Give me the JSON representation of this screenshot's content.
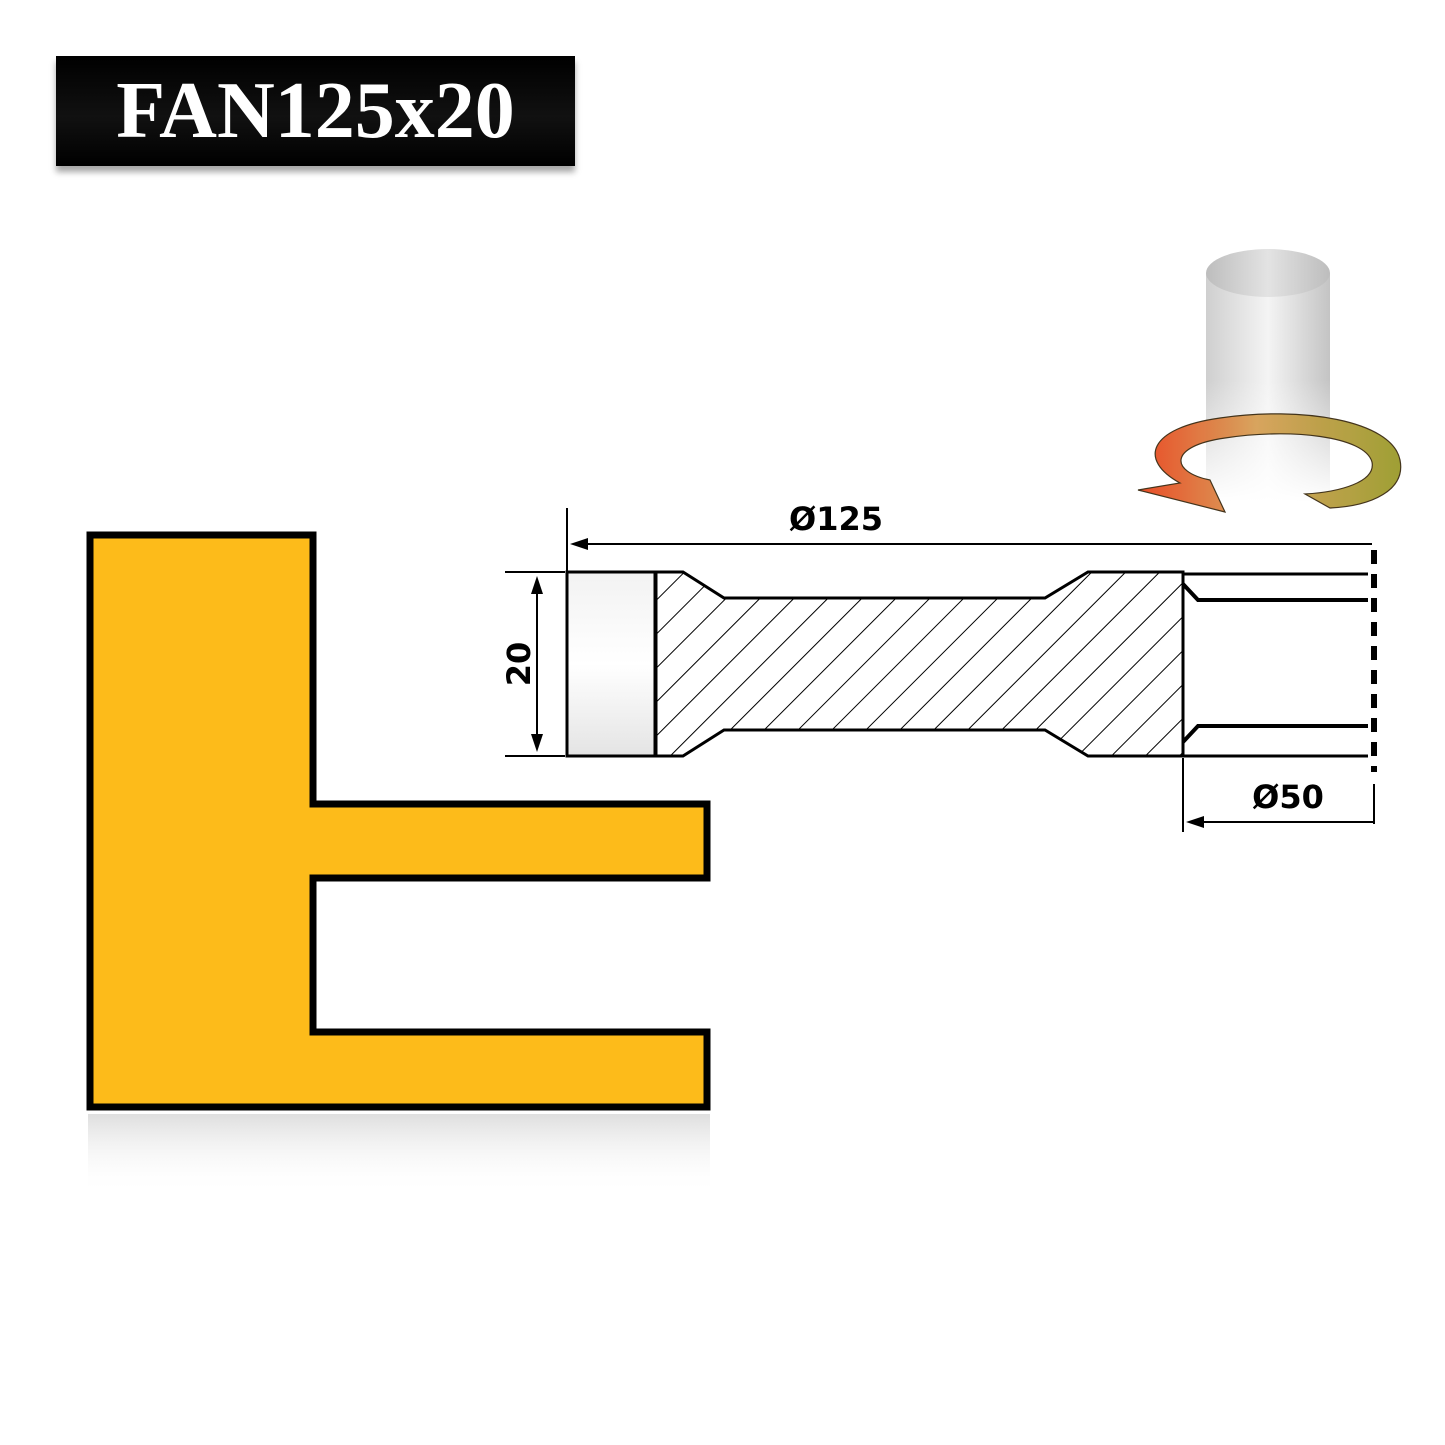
{
  "title": "FAN125x20",
  "dimensions": {
    "diameter_outer": "Ø125",
    "diameter_bore": "Ø50",
    "height": "20"
  },
  "colors": {
    "profile_fill": "#FDBB1A",
    "title_background": "#000000",
    "title_text": "#ffffff",
    "outline": "#000000"
  },
  "icons": {
    "rotation": "rotation-arrow-icon",
    "spindle": "spindle-cylinder-icon"
  }
}
